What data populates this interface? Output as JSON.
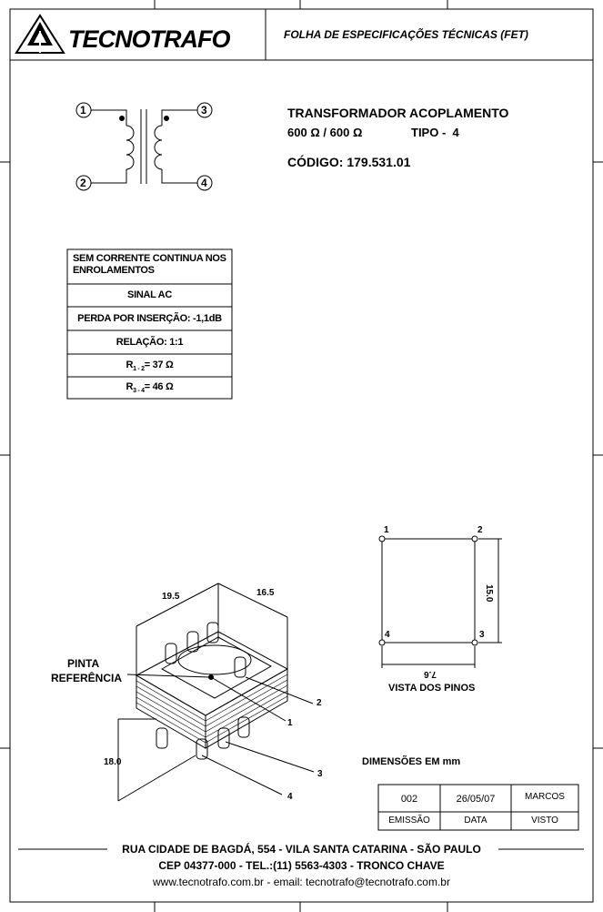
{
  "header": {
    "brand": "TECNOTRAFO",
    "title": "FOLHA DE ESPECIFICAÇÕES TÉCNICAS (FET)"
  },
  "product": {
    "name": "TRANSFORMADOR ACOPLAMENTO",
    "impedance_1": "600",
    "impedance_2": "600",
    "ohm_symbol": "Ω",
    "tipo_label": "TIPO -",
    "tipo_value": "4",
    "code": "CÓDIGO: 179.531.01"
  },
  "schematic": {
    "pins": [
      "1",
      "2",
      "3",
      "4"
    ]
  },
  "spec_table": {
    "row1": "SEM CORRENTE CONTINUA NOS ENROLAMENTOS",
    "row2": "SINAL  AC",
    "row3": "PERDA POR INSERÇÃO: -1,1dB",
    "row4": "RELAÇÃO: 1:1",
    "row5_label": "R",
    "row5_sub": "1 - 2",
    "row5_value": "= 37 Ω",
    "row6_label": "R",
    "row6_sub": "3 - 4",
    "row6_value": "= 46 Ω"
  },
  "drawing": {
    "dim_width": "19.5",
    "dim_depth": "16.5",
    "dim_height": "18.0",
    "ref_label_1": "PINTA",
    "ref_label_2": "REFERÊNCIA",
    "pin_labels": [
      "2",
      "1",
      "3",
      "4"
    ]
  },
  "pin_view": {
    "pins": [
      "1",
      "2",
      "4",
      "3"
    ],
    "dim_vertical": "15.0",
    "dim_horizontal": "7.6",
    "caption": "VISTA DOS PINOS"
  },
  "dimensions_note": "DIMENSÕES EM mm",
  "stamp": {
    "values": [
      "002",
      "26/05/07",
      "MARCOS"
    ],
    "labels": [
      "EMISSÃO",
      "DATA",
      "VISTO"
    ]
  },
  "footer": {
    "line1": "RUA CIDADE DE BAGDÁ, 554 - VILA SANTA CATARINA - SÃO PAULO",
    "line2": "CEP 04377-000 - TEL.:(11) 5563-4303 - TRONCO CHAVE",
    "line3": "www.tecnotrafo.com.br - email: tecnotrafo@tecnotrafo.com.br"
  }
}
